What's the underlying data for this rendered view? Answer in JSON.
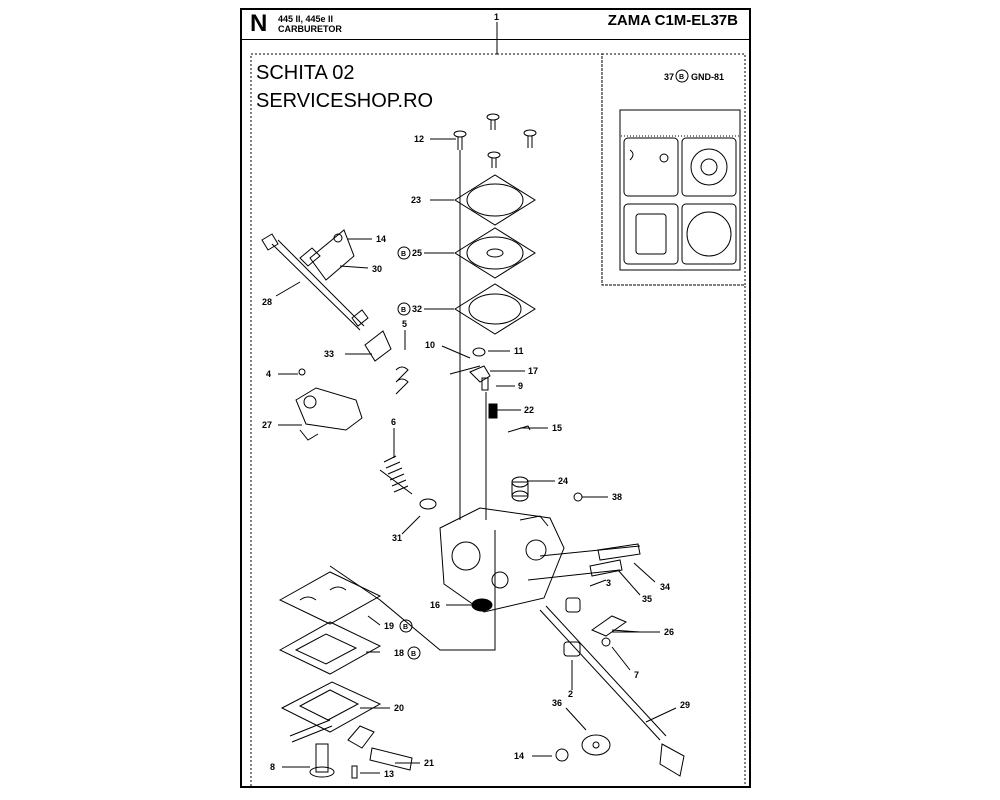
{
  "header": {
    "section_letter": "N",
    "model_line1": "445 II, 445e II",
    "model_line2": "CARBURETOR",
    "title": "ZAMA C1M-EL37B"
  },
  "watermark": {
    "line1": "SCHITA 02",
    "line2": "SERVICESHOP.RO"
  },
  "kit": {
    "number": "37",
    "badge": "B",
    "code": "GND-81"
  },
  "callouts": [
    {
      "id": "c1",
      "text": "1"
    },
    {
      "id": "c12",
      "text": "12"
    },
    {
      "id": "c23",
      "text": "23"
    },
    {
      "id": "c25",
      "text": "25",
      "badge": "B"
    },
    {
      "id": "c32",
      "text": "32",
      "badge": "B"
    },
    {
      "id": "c14a",
      "text": "14"
    },
    {
      "id": "c30",
      "text": "30"
    },
    {
      "id": "c28",
      "text": "28"
    },
    {
      "id": "c5",
      "text": "5"
    },
    {
      "id": "c33",
      "text": "33"
    },
    {
      "id": "c10",
      "text": "10"
    },
    {
      "id": "c11",
      "text": "11"
    },
    {
      "id": "c17",
      "text": "17"
    },
    {
      "id": "c9",
      "text": "9"
    },
    {
      "id": "c22",
      "text": "22"
    },
    {
      "id": "c15",
      "text": "15"
    },
    {
      "id": "c4",
      "text": "4"
    },
    {
      "id": "c27",
      "text": "27"
    },
    {
      "id": "c6",
      "text": "6"
    },
    {
      "id": "c24",
      "text": "24"
    },
    {
      "id": "c38",
      "text": "38"
    },
    {
      "id": "c31",
      "text": "31"
    },
    {
      "id": "c34",
      "text": "34"
    },
    {
      "id": "c3",
      "text": "3"
    },
    {
      "id": "c35",
      "text": "35"
    },
    {
      "id": "c16",
      "text": "16"
    },
    {
      "id": "c19",
      "text": "19",
      "badge": "B"
    },
    {
      "id": "c26",
      "text": "26"
    },
    {
      "id": "c18",
      "text": "18",
      "badge": "B"
    },
    {
      "id": "c7",
      "text": "7"
    },
    {
      "id": "c2",
      "text": "2"
    },
    {
      "id": "c20",
      "text": "20"
    },
    {
      "id": "c36",
      "text": "36"
    },
    {
      "id": "c29",
      "text": "29"
    },
    {
      "id": "c14b",
      "text": "14"
    },
    {
      "id": "c8",
      "text": "8"
    },
    {
      "id": "c21",
      "text": "21"
    },
    {
      "id": "c13",
      "text": "13"
    }
  ]
}
